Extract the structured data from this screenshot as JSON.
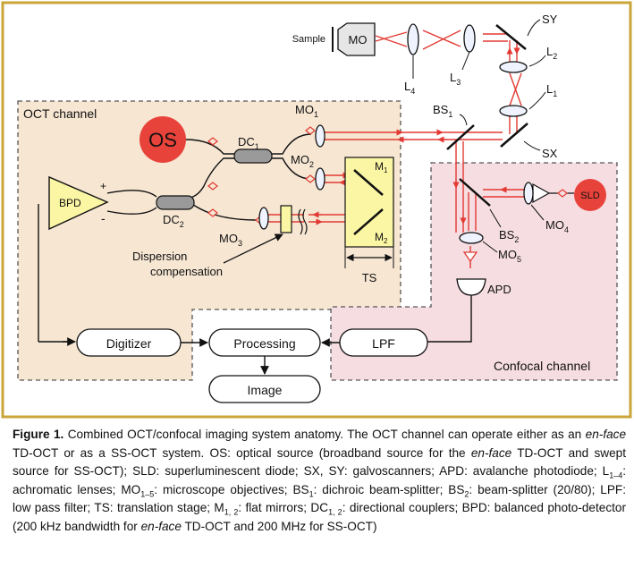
{
  "labels": {
    "sample": "Sample",
    "mo": "MO",
    "sy": "SY",
    "l2": "L",
    "l2_sub": "2",
    "l1": "L",
    "l1_sub": "1",
    "l3": "L",
    "l3_sub": "3",
    "l4": "L",
    "l4_sub": "4",
    "bs1": "BS",
    "bs1_sub": "1",
    "sx": "SX",
    "oct_channel": "OCT channel",
    "os": "OS",
    "dc1": "DC",
    "dc1_sub": "1",
    "dc2": "DC",
    "dc2_sub": "2",
    "mo1": "MO",
    "mo1_sub": "1",
    "mo2": "MO",
    "mo2_sub": "2",
    "mo3": "MO",
    "mo3_sub": "3",
    "m1": "M",
    "m1_sub": "1",
    "m2": "M",
    "m2_sub": "2",
    "bpd": "BPD",
    "plus": "+",
    "minus": "-",
    "dispersion_1": "Dispersion",
    "dispersion_2": "compensation",
    "ts": "TS",
    "sld": "SLD",
    "mo4": "MO",
    "mo4_sub": "4",
    "bs2": "BS",
    "bs2_sub": "2",
    "mo5": "MO",
    "mo5_sub": "5",
    "apd": "APD",
    "digitizer": "Digitizer",
    "processing": "Processing",
    "lpf": "LPF",
    "image": "Image",
    "confocal_channel": "Confocal channel"
  },
  "colors": {
    "frame_border": "#c9a53a",
    "oct_fill": "#f6e6d2",
    "confocal_fill": "#f6dde2",
    "source_red": "#e8433a",
    "beam_red": "#e23a33",
    "stage_yellow": "#fbf6a4",
    "coupler_gray": "#9a9a9a"
  },
  "caption": {
    "label": "Figure 1.",
    "t1": " Combined OCT/confocal imaging system anatomy. The OCT channel can operate either as an ",
    "i1": "en-face",
    "t2": " TD-OCT or as a SS-OCT system. OS: optical source (broadband source for the ",
    "i2": "en-face",
    "t3": " TD-OCT and swept source for SS-OCT); SLD: superluminescent diode; SX, SY: galvoscanners; APD: avalanche photodiode; L",
    "s1": "1–4",
    "t4": ": achromatic lenses; MO",
    "s2": "1–5",
    "t5": ": microscope objectives; BS",
    "s3": "1",
    "t6": ": dichroic beam-splitter; BS",
    "s4": "2",
    "t7": ": beam-splitter (20/80); LPF: low pass filter; TS: translation stage; M",
    "s5": "1, 2",
    "t8": ": flat mirrors; DC",
    "s6": "1, 2",
    "t9": ": directional couplers; BPD: balanced photo-detector (200 kHz bandwidth for ",
    "i3": "en-face",
    "t10": " TD-OCT and 200 MHz for SS-OCT)"
  }
}
